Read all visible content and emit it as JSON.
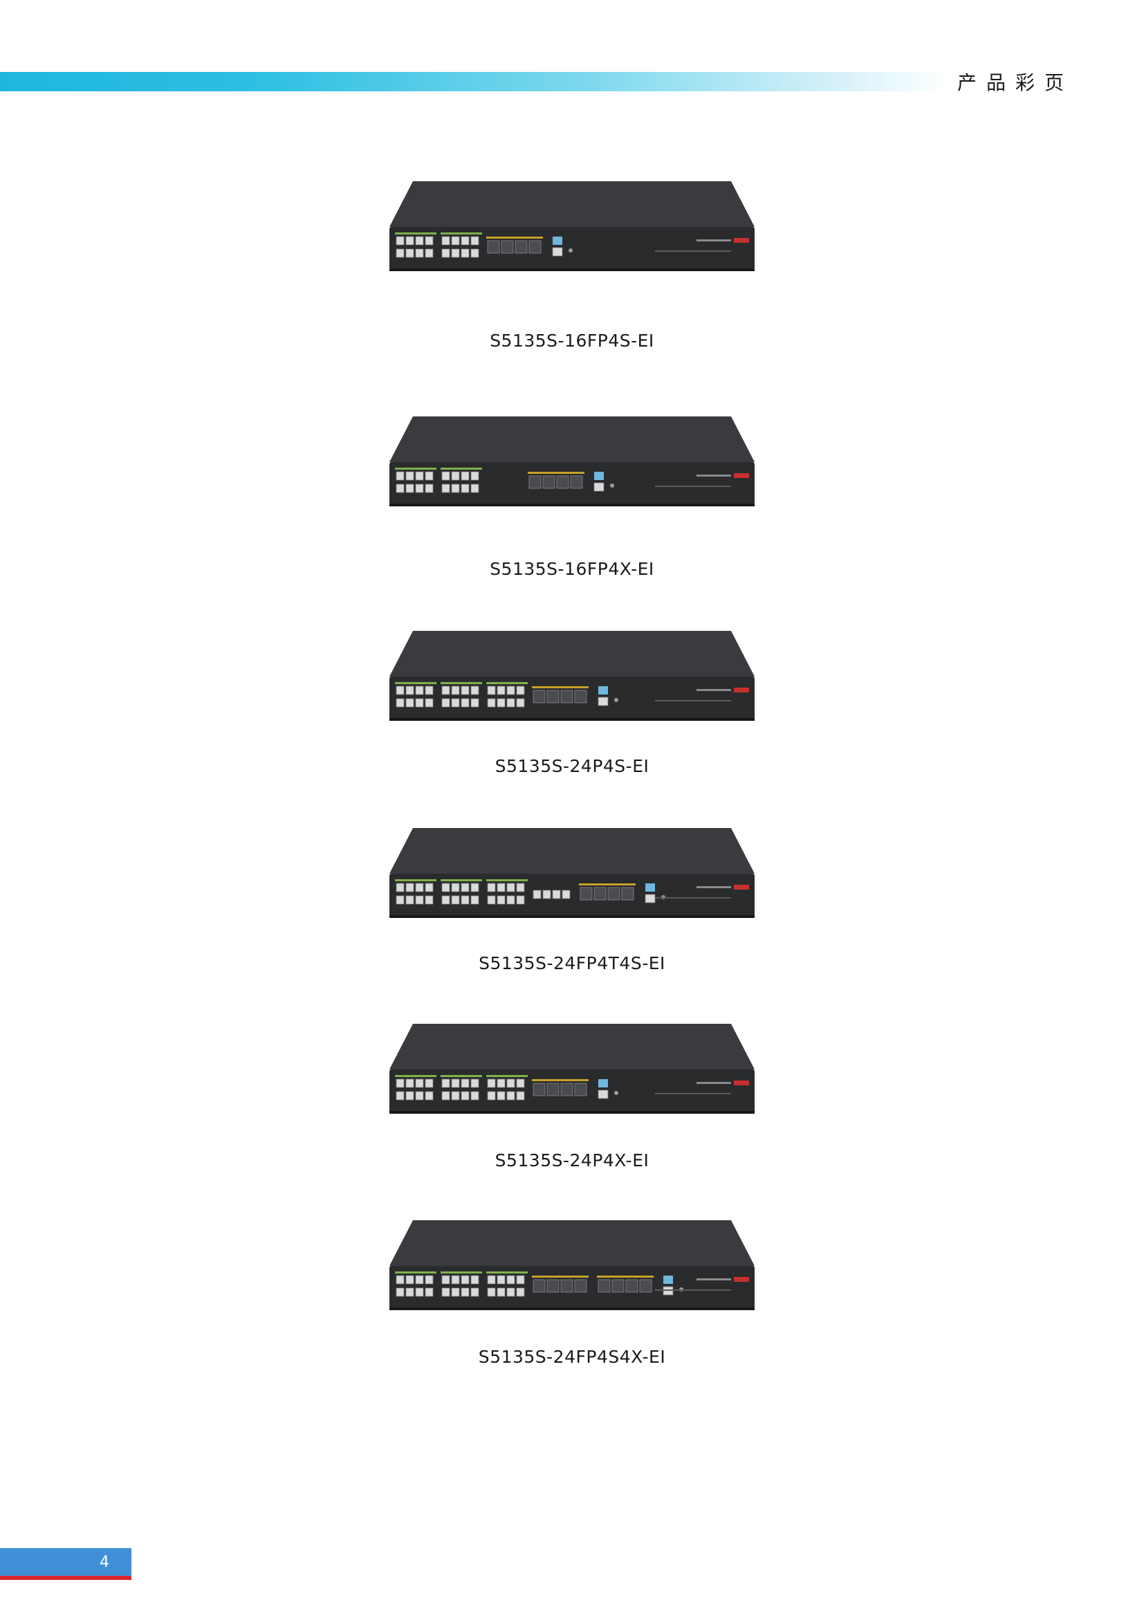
{
  "header": {
    "title": "产品彩页"
  },
  "products": [
    {
      "model": "S5135S-16FP4S-EI",
      "rj45_groups": 2,
      "rj45_per_group": 8,
      "sfp_groups": 1,
      "sfp_per_group": 4,
      "extra_rj45": 0,
      "empty_gap": false
    },
    {
      "model": "S5135S-16FP4X-EI",
      "rj45_groups": 2,
      "rj45_per_group": 8,
      "sfp_groups": 1,
      "sfp_per_group": 4,
      "extra_rj45": 0,
      "empty_gap": true
    },
    {
      "model": "S5135S-24P4S-EI",
      "rj45_groups": 3,
      "rj45_per_group": 8,
      "sfp_groups": 1,
      "sfp_per_group": 4,
      "extra_rj45": 0,
      "empty_gap": false
    },
    {
      "model": "S5135S-24FP4T4S-EI",
      "rj45_groups": 3,
      "rj45_per_group": 8,
      "sfp_groups": 1,
      "sfp_per_group": 4,
      "extra_rj45": 4,
      "empty_gap": false
    },
    {
      "model": "S5135S-24P4X-EI",
      "rj45_groups": 3,
      "rj45_per_group": 8,
      "sfp_groups": 1,
      "sfp_per_group": 4,
      "extra_rj45": 0,
      "empty_gap": false
    },
    {
      "model": "S5135S-24FP4S4X-EI",
      "rj45_groups": 3,
      "rj45_per_group": 8,
      "sfp_groups": 2,
      "sfp_per_group": 4,
      "extra_rj45": 0,
      "empty_gap": false
    }
  ],
  "footer": {
    "page_number": "4"
  },
  "colors": {
    "accent_cyan": "#1fb6de",
    "tab_blue": "#3f8fd6",
    "tab_red": "#d9262e",
    "switch_body": "#2a2b2d",
    "port_green": "#7fb24a",
    "sfp_gold": "#c8a227"
  }
}
